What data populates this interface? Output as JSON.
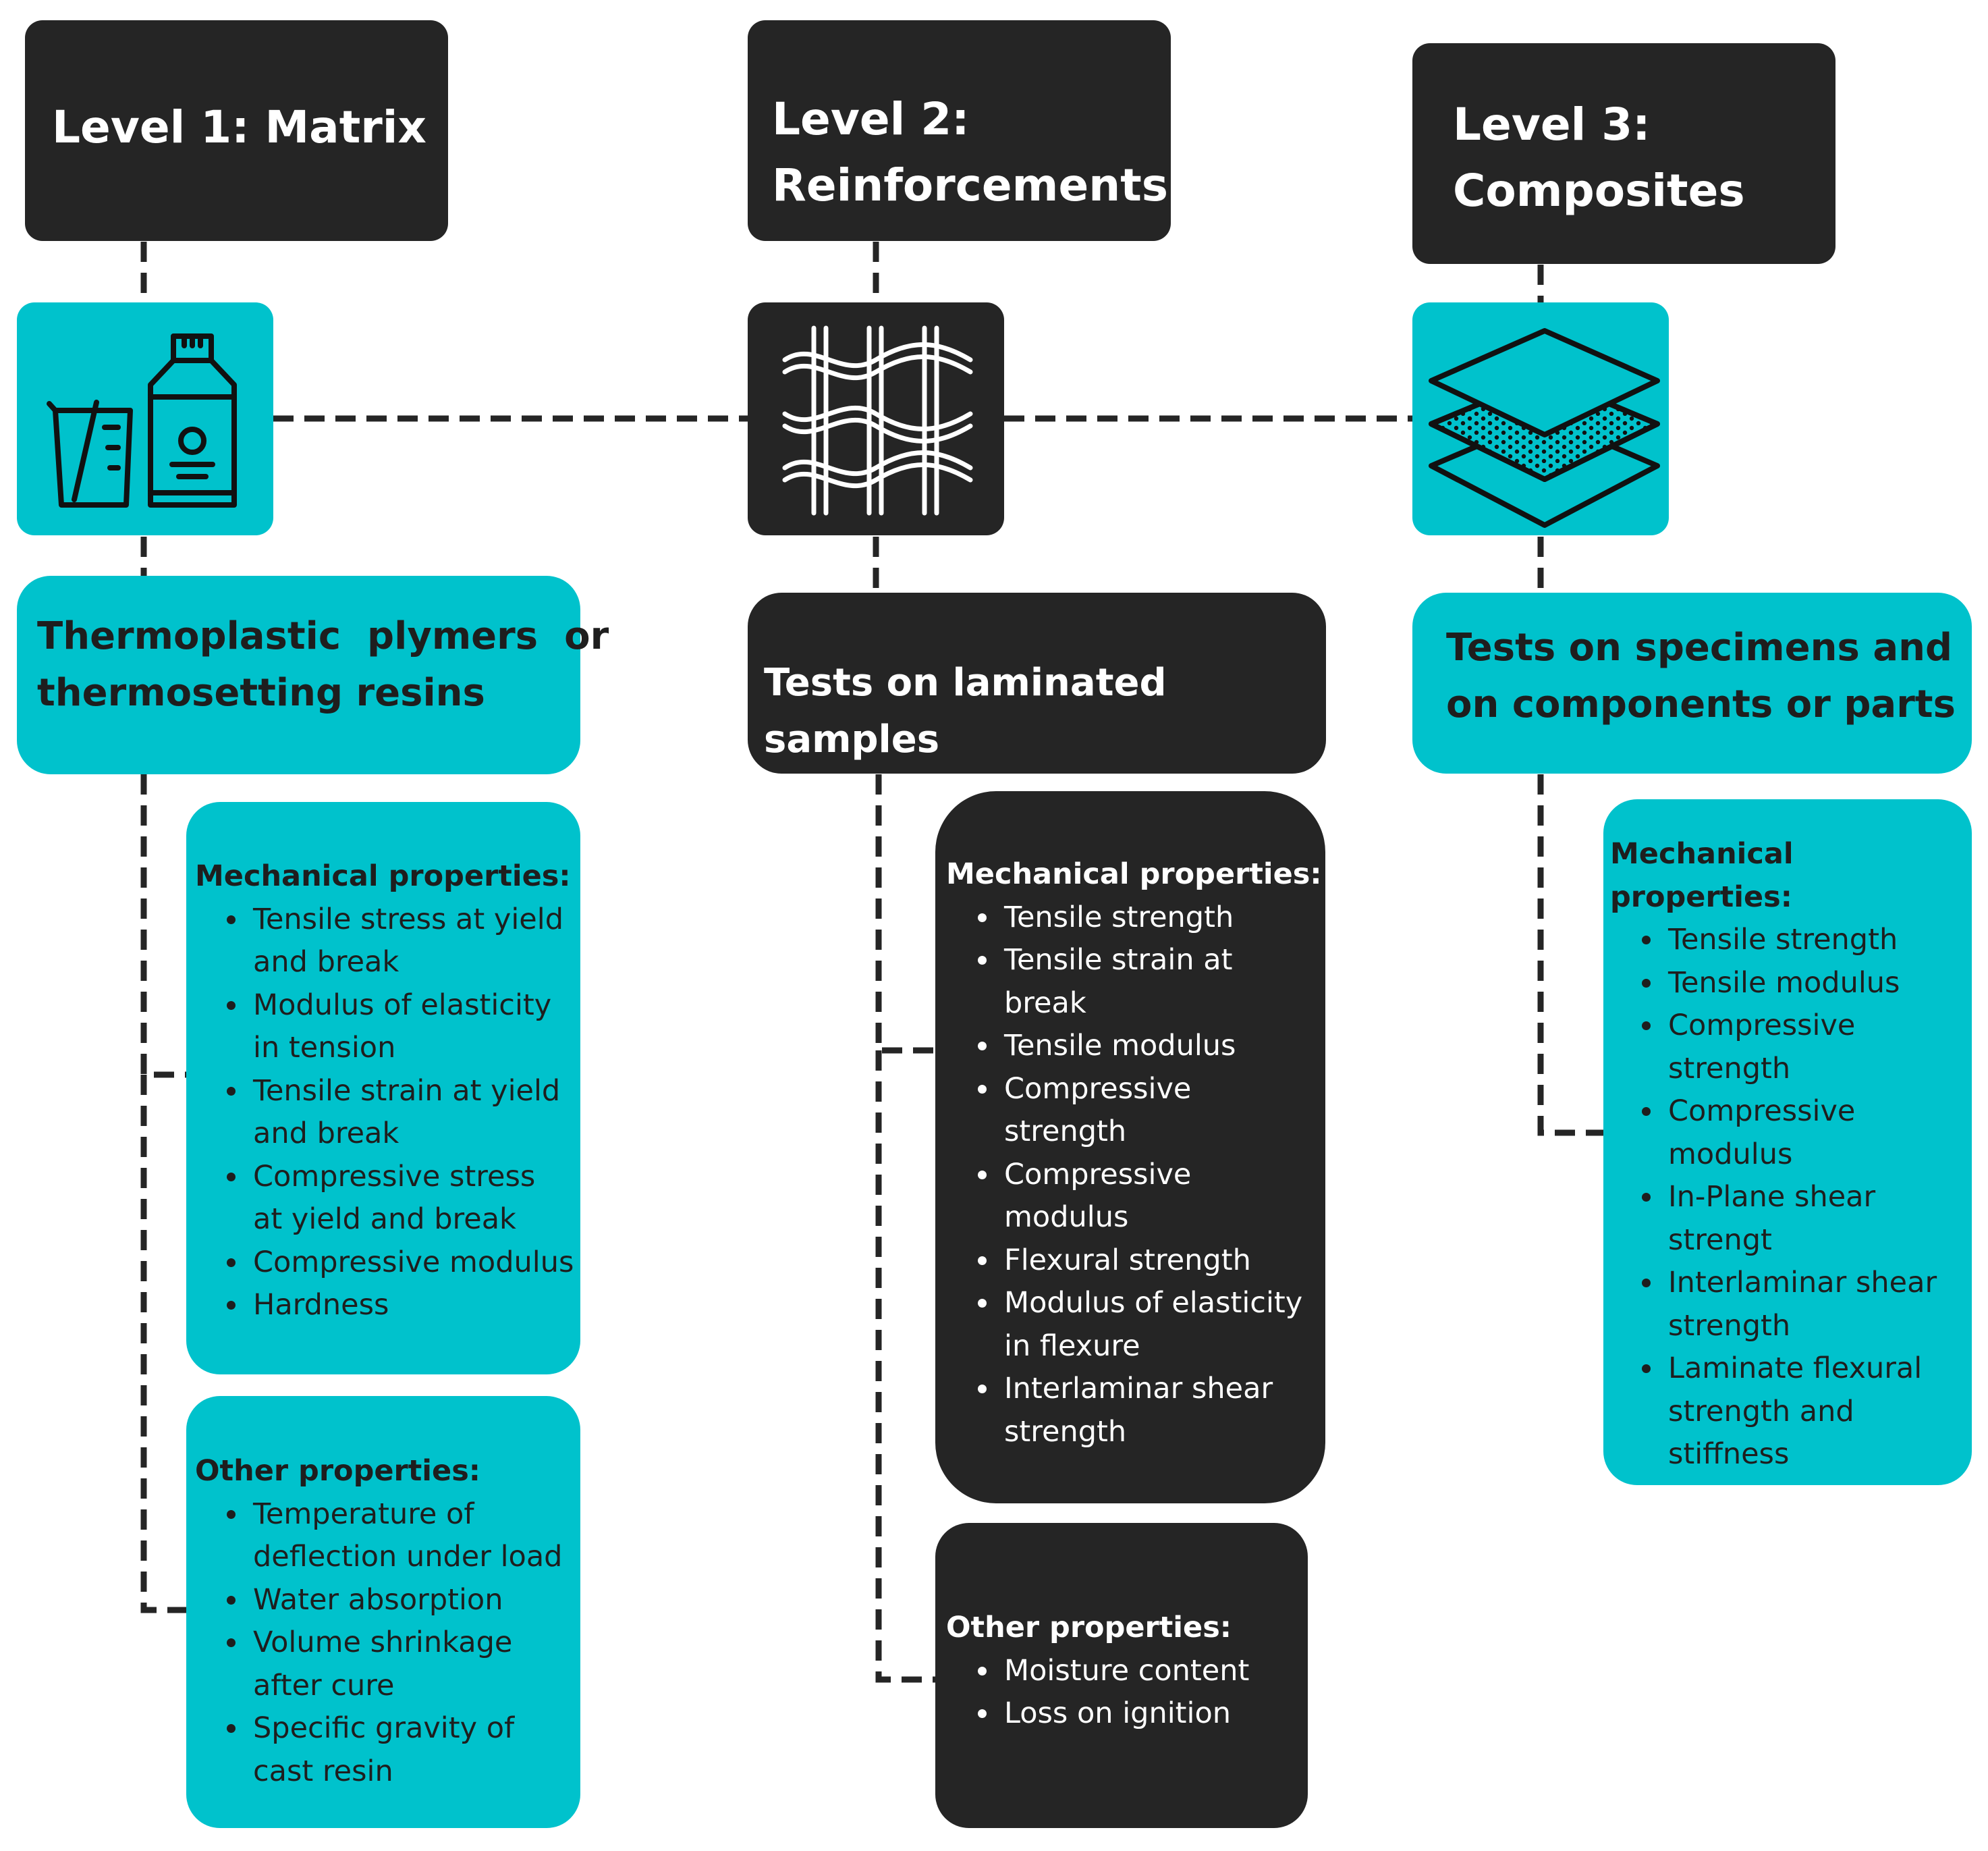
{
  "levels": [
    {
      "title_lines": [
        "Level 1: Matrix"
      ],
      "icon": "bottle-beaker-icon",
      "subtitle_lines": [
        "Thermoplastic  plymers  or",
        "thermosetting resins"
      ],
      "groups": [
        {
          "title": "Mechanical properties:",
          "items": [
            [
              "Tensile stress at yield",
              "and break"
            ],
            [
              "Modulus of elasticity",
              "in tension"
            ],
            [
              "Tensile strain at yield",
              "and break"
            ],
            [
              "Compressive stress",
              "at yield and break"
            ],
            [
              "Compressive modulus"
            ],
            [
              "Hardness"
            ]
          ]
        },
        {
          "title": "Other properties:",
          "items": [
            [
              "Temperature of",
              "deflection under load"
            ],
            [
              "Water absorption"
            ],
            [
              "Volume shrinkage",
              "after cure"
            ],
            [
              "Specific gravity of",
              "cast resin"
            ]
          ]
        }
      ]
    },
    {
      "title_lines": [
        "Level 2:",
        "Reinforcements"
      ],
      "icon": "woven-fabric-icon",
      "subtitle_lines": [
        "Tests on laminated samples"
      ],
      "groups": [
        {
          "title": "Mechanical properties:",
          "items": [
            [
              "Tensile strength"
            ],
            [
              "Tensile strain at",
              "break"
            ],
            [
              "Tensile modulus"
            ],
            [
              "Compressive",
              "strength"
            ],
            [
              "Compressive",
              "modulus"
            ],
            [
              "Flexural strength"
            ],
            [
              "Modulus of elasticity",
              "in flexure"
            ],
            [
              "Interlaminar shear",
              "strength"
            ]
          ]
        },
        {
          "title": "Other properties:",
          "items": [
            [
              "Moisture content"
            ],
            [
              "Loss on ignition"
            ]
          ]
        }
      ]
    },
    {
      "title_lines": [
        "Level 3:",
        "Composites"
      ],
      "icon": "layers-icon",
      "subtitle_lines": [
        "Tests on specimens and",
        "on components or parts"
      ],
      "groups": [
        {
          "title": "Mechanical properties:",
          "items": [
            [
              "Tensile strength"
            ],
            [
              "Tensile modulus"
            ],
            [
              "Compressive",
              "strength"
            ],
            [
              "Compressive",
              "modulus"
            ],
            [
              "In-Plane shear",
              "strengt"
            ],
            [
              "Interlaminar shear",
              "strength"
            ],
            [
              "Laminate flexural",
              "strength and",
              "stiffness"
            ]
          ]
        }
      ]
    }
  ],
  "colors": {
    "teal": "#00c2cc",
    "dark": "#252525",
    "text_on_dark": "#ffffff",
    "text_on_teal": "#1e1e1e"
  }
}
